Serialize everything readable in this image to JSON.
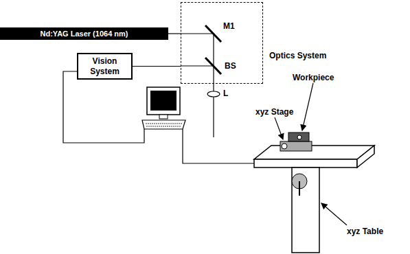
{
  "diagram": {
    "nodes": [
      {
        "text": [
          "Nd:YAG Laser (1064 nm)"
        ]
      },
      {
        "text": [
          "Optics System"
        ]
      },
      {
        "text": [
          "Vision System"
        ]
      }
    ],
    "edges": [
      {
        "from": 0,
        "to": 1,
        "arrow": "none"
      },
      {
        "from": 2,
        "to": 1,
        "arrow": "none"
      }
    ],
    "labels": [
      "M1",
      "BS",
      "L",
      "Workpiece",
      "xyz Stage",
      "xyz Table"
    ]
  }
}
